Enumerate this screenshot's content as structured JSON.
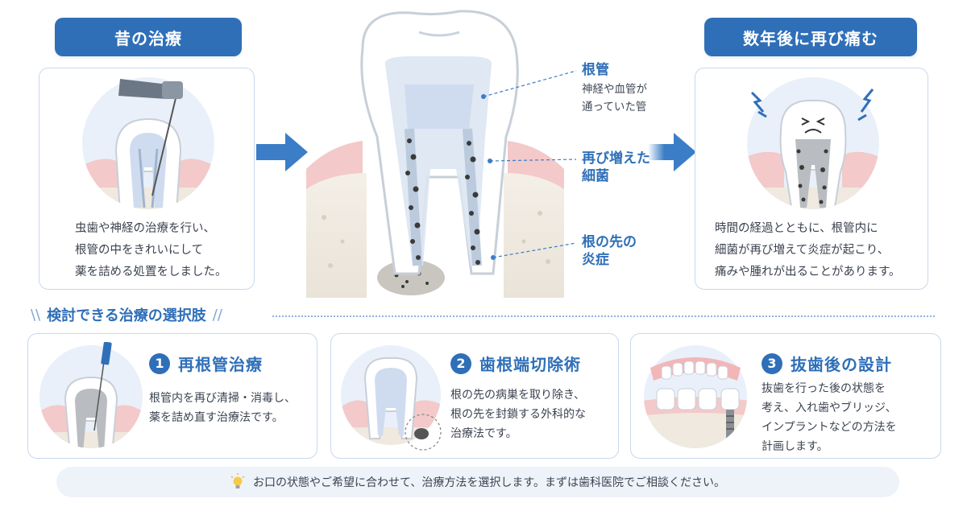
{
  "left_panel": {
    "header": "昔の治療",
    "description_lines": [
      "虫歯や神経の治療を行い、",
      "根管の中をきれいにして",
      "薬を詰める処置をしました。"
    ]
  },
  "right_panel": {
    "header": "数年後に再び痛む",
    "description_lines": [
      "時間の経過とともに、根管内に",
      "細菌が再び増えて炎症が起こり、",
      "痛みや腫れが出ることがあります。"
    ]
  },
  "center_labels": [
    {
      "title": "根管",
      "desc_lines": [
        "神経や血管が",
        "通っていた管"
      ]
    },
    {
      "title_lines": [
        "再び増えた",
        "細菌"
      ]
    },
    {
      "title_lines": [
        "根の先の",
        "炎症"
      ]
    }
  ],
  "options_section": {
    "title": "検討できる治療の選択肢",
    "slash_left": "\\\\",
    "slash_right": "//"
  },
  "options": [
    {
      "number": "1",
      "title": "再根管治療",
      "desc_lines": [
        "根管内を再び清掃・消毒し、",
        "薬を詰め直す治療法です。"
      ]
    },
    {
      "number": "2",
      "title": "歯根端切除術",
      "desc_lines": [
        "根の先の病巣を取り除き、",
        "根の先を封鎖する外科的な",
        "治療法です。"
      ]
    },
    {
      "number": "3",
      "title": "抜歯後の設計",
      "desc_lines": [
        "抜歯を行った後の状態を",
        "考え、入れ歯やブリッジ、",
        "インプラントなどの方法を",
        "計画します。"
      ]
    }
  ],
  "footer": {
    "icon": "lightbulb-icon",
    "text": "お口の状態やご希望に合わせて、治療方法を選択します。まずは歯科医院でご相談ください。"
  },
  "colors": {
    "primary": "#2f6fb8",
    "gum": "#f3c9c9",
    "bone": "#efe9df",
    "tooth": "#ffffff",
    "root_canal": "#cfdcef",
    "bacteria": "#3a3a3a"
  }
}
